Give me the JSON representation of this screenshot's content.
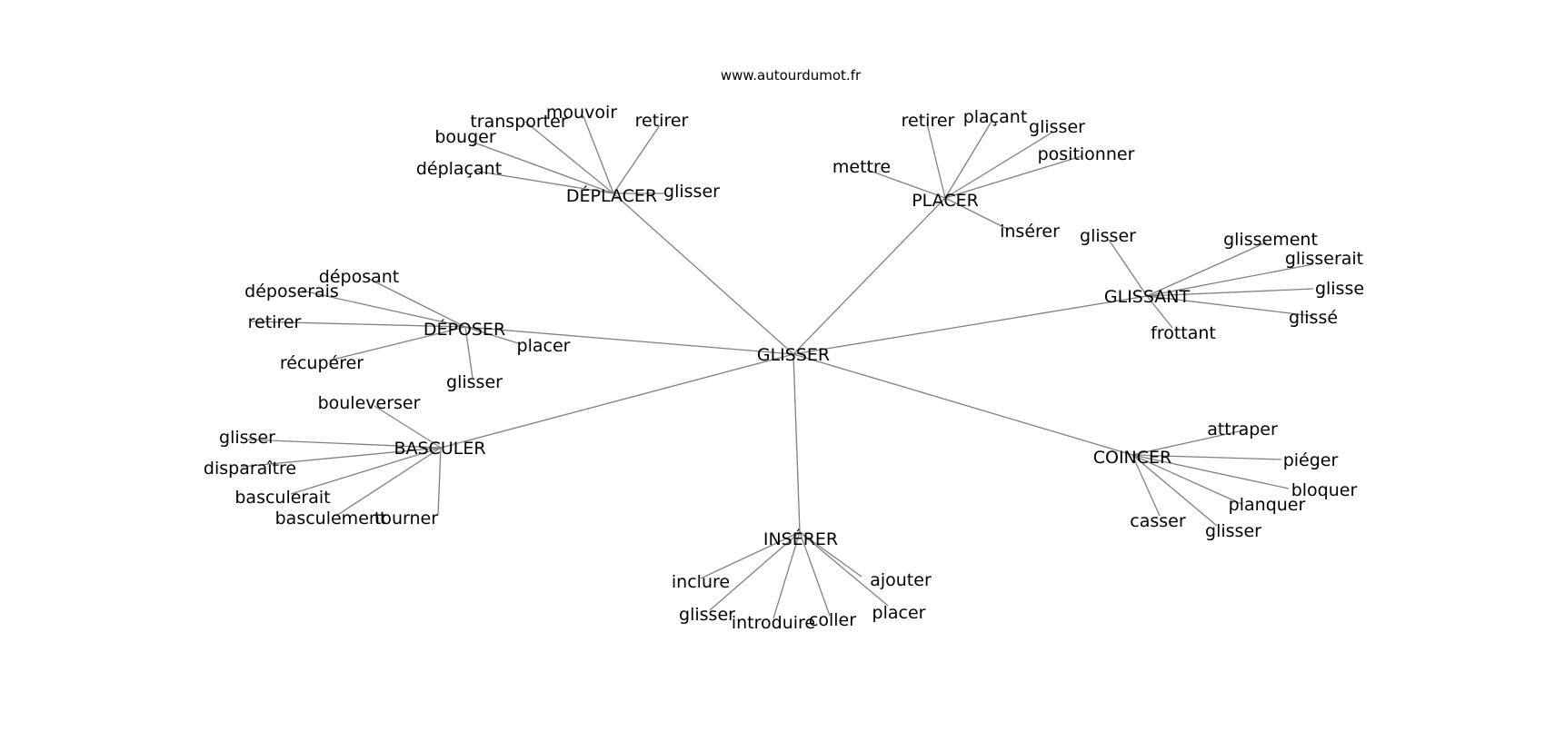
{
  "source_label": "www.autourdumot.fr",
  "edge_color": "#808080",
  "text_color": "#000000",
  "center": {
    "label": "GLISSER"
  },
  "hubs": [
    {
      "id": "deplacer",
      "label": "DÉPLACER",
      "leaves": [
        "transporter",
        "mouvoir",
        "retirer",
        "bouger",
        "déplaçant",
        "glisser"
      ]
    },
    {
      "id": "placer",
      "label": "PLACER",
      "leaves": [
        "retirer",
        "plaçant",
        "glisser",
        "positionner",
        "mettre",
        "insérer"
      ]
    },
    {
      "id": "glissant",
      "label": "GLISSANT",
      "leaves": [
        "glisser",
        "glissement",
        "glisserait",
        "glisse",
        "glissé",
        "frottant"
      ]
    },
    {
      "id": "deposer",
      "label": "DÉPOSER",
      "leaves": [
        "déposant",
        "déposerais",
        "retirer",
        "récupérer",
        "placer",
        "glisser"
      ]
    },
    {
      "id": "basculer",
      "label": "BASCULER",
      "leaves": [
        "bouleverser",
        "glisser",
        "disparaître",
        "basculerait",
        "basculement",
        "tourner"
      ]
    },
    {
      "id": "coincer",
      "label": "COINCER",
      "leaves": [
        "attraper",
        "piéger",
        "bloquer",
        "planquer",
        "casser",
        "glisser"
      ]
    },
    {
      "id": "inserer",
      "label": "INSÉRER",
      "leaves": [
        "inclure",
        "ajouter",
        "glisser",
        "introduire",
        "coller",
        "placer"
      ]
    }
  ]
}
